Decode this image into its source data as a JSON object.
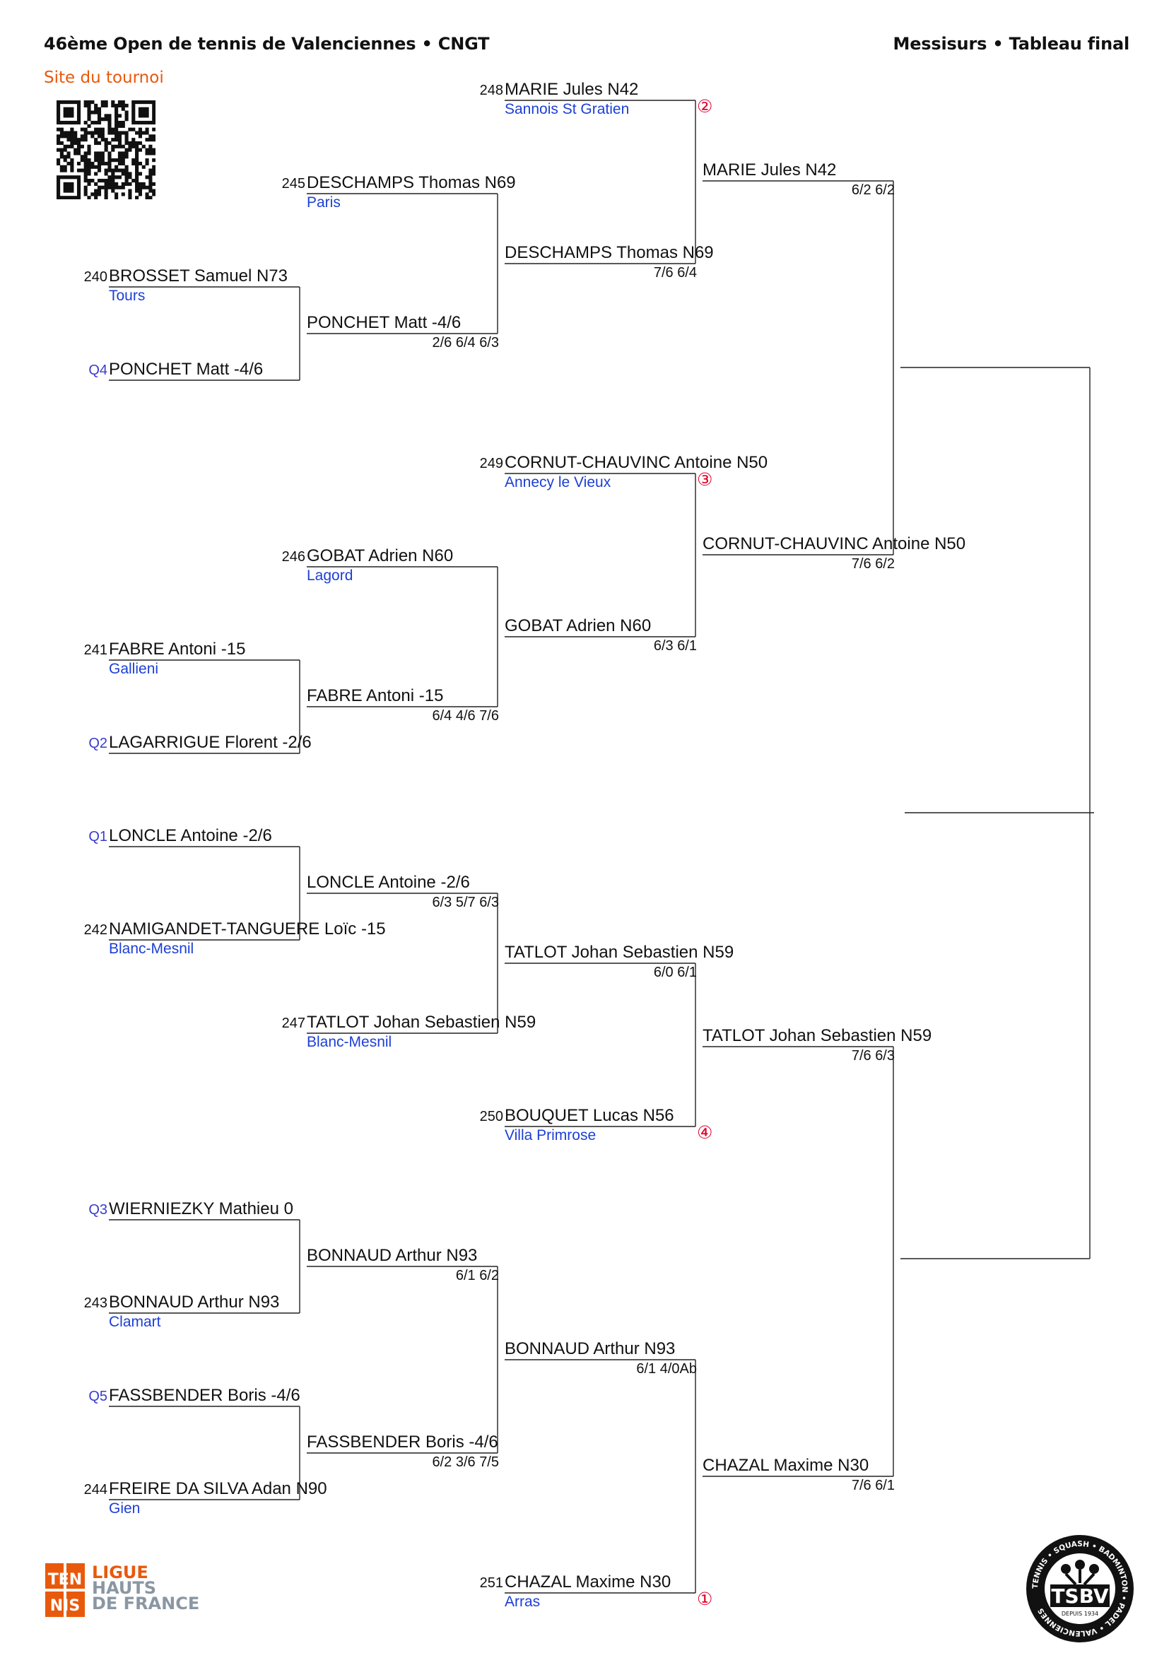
{
  "header": {
    "title": "46ème Open de tennis de Valenciennes • CNGT",
    "right_title": "Messisurs • Tableau final",
    "site_link": "Site du tournoi"
  },
  "colors": {
    "accent": "#e8590c",
    "club": "#1c3fd6",
    "seed_mark": "#e0002a",
    "qualifier": "#3a3ad0"
  },
  "icons": {
    "qr": "qr-code-icon"
  },
  "players": [
    {
      "key": "p248",
      "seed": "248",
      "name": "MARIE Jules N42",
      "club": "Sannois St Gratien"
    },
    {
      "key": "p245",
      "seed": "245",
      "name": "DESCHAMPS Thomas N69",
      "club": "Paris"
    },
    {
      "key": "p240",
      "seed": "240",
      "name": "BROSSET Samuel N73",
      "club": "Tours"
    },
    {
      "key": "pq4",
      "seed": "Q4",
      "name": "PONCHET Matt -4/6",
      "club": ""
    },
    {
      "key": "p249",
      "seed": "249",
      "name": "CORNUT-CHAUVINC Antoine N50",
      "club": "Annecy le Vieux"
    },
    {
      "key": "p246",
      "seed": "246",
      "name": "GOBAT Adrien N60",
      "club": "Lagord"
    },
    {
      "key": "p241",
      "seed": "241",
      "name": "FABRE Antoni -15",
      "club": "Gallieni"
    },
    {
      "key": "pq2",
      "seed": "Q2",
      "name": "LAGARRIGUE Florent -2/6",
      "club": ""
    },
    {
      "key": "pq1",
      "seed": "Q1",
      "name": "LONCLE Antoine -2/6",
      "club": ""
    },
    {
      "key": "p242",
      "seed": "242",
      "name": "NAMIGANDET-TANGUERE Loïc -15",
      "club": "Blanc-Mesnil"
    },
    {
      "key": "p247",
      "seed": "247",
      "name": "TATLOT Johan Sebastien N59",
      "club": "Blanc-Mesnil"
    },
    {
      "key": "p250",
      "seed": "250",
      "name": "BOUQUET Lucas N56",
      "club": "Villa Primrose"
    },
    {
      "key": "pq3",
      "seed": "Q3",
      "name": "WIERNIEZKY Mathieu 0",
      "club": ""
    },
    {
      "key": "p243",
      "seed": "243",
      "name": "BONNAUD Arthur N93",
      "club": "Clamart"
    },
    {
      "key": "pq5",
      "seed": "Q5",
      "name": "FASSBENDER Boris -4/6",
      "club": ""
    },
    {
      "key": "p244",
      "seed": "244",
      "name": "FREIRE DA SILVA Adan N90",
      "club": "Gien"
    },
    {
      "key": "p251",
      "seed": "251",
      "name": "CHAZAL Maxime N30",
      "club": "Arras"
    }
  ],
  "results": [
    {
      "key": "r1",
      "winner": "PONCHET Matt -4/6",
      "score": "2/6 6/4 6/3"
    },
    {
      "key": "r2",
      "winner": "DESCHAMPS Thomas N69",
      "score": "7/6 6/4"
    },
    {
      "key": "r3",
      "winner": "MARIE Jules N42",
      "score": "6/2 6/2"
    },
    {
      "key": "r4",
      "winner": "FABRE Antoni -15",
      "score": "6/4 4/6 7/6"
    },
    {
      "key": "r5",
      "winner": "GOBAT Adrien N60",
      "score": "6/3 6/1"
    },
    {
      "key": "r6",
      "winner": "CORNUT-CHAUVINC Antoine N50",
      "score": "7/6 6/2"
    },
    {
      "key": "r7",
      "winner": "LONCLE Antoine -2/6",
      "score": "6/3 5/7 6/3"
    },
    {
      "key": "r8",
      "winner": "TATLOT Johan Sebastien N59",
      "score": "6/0 6/1"
    },
    {
      "key": "r9",
      "winner": "TATLOT Johan Sebastien N59",
      "score": "7/6 6/3"
    },
    {
      "key": "r10",
      "winner": "BONNAUD Arthur N93",
      "score": "6/1 6/2"
    },
    {
      "key": "r11",
      "winner": "FASSBENDER Boris -4/6",
      "score": "6/2 3/6 7/5"
    },
    {
      "key": "r12",
      "winner": "BONNAUD Arthur N93",
      "score": "6/1 4/0Ab"
    },
    {
      "key": "r13",
      "winner": "CHAZAL Maxime N30",
      "score": "7/6 6/1"
    }
  ],
  "head_seeds": [
    {
      "key": "hs2",
      "mark": "②"
    },
    {
      "key": "hs3",
      "mark": "③"
    },
    {
      "key": "hs4",
      "mark": "④"
    },
    {
      "key": "hs1",
      "mark": "①"
    }
  ],
  "footer": {
    "ligue_logo_top": "TEN",
    "ligue_logo_bottom": "NIS",
    "ligue_line1": "LIGUE",
    "ligue_line2": "HAUTS",
    "ligue_line3": "DE FRANCE",
    "tsbv_name": "TSBV",
    "tsbv_since": "DEPUIS 1934",
    "tsbv_ring": "TENNIS • SQUASH • BADMINTON • PADEL • VALENCIENNES"
  }
}
